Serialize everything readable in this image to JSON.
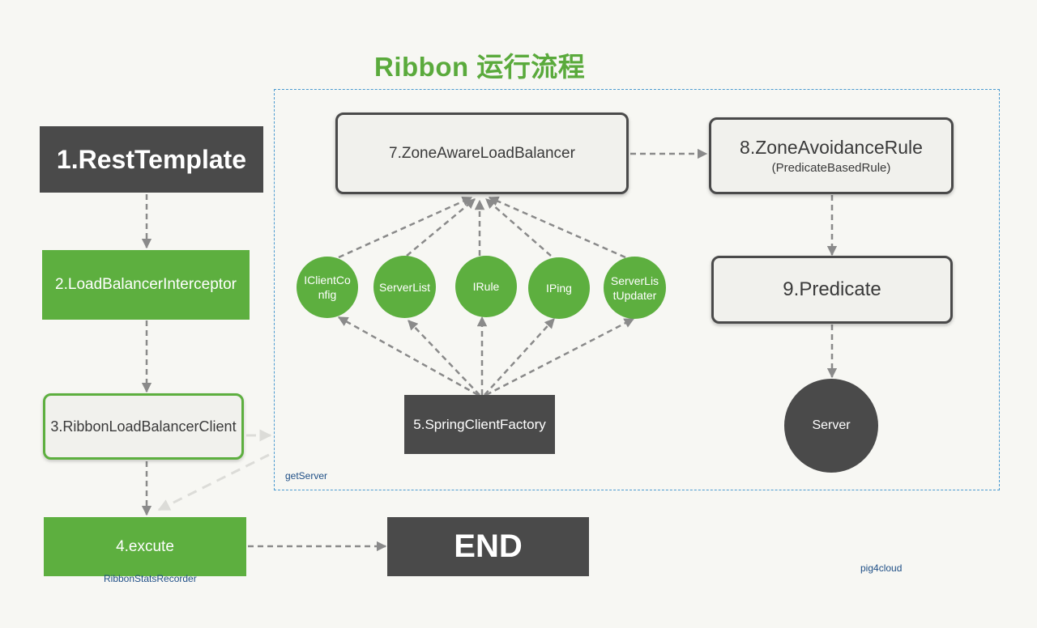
{
  "title": "Ribbon 运行流程",
  "region_label": "getServer",
  "nodes": {
    "rest_template": "1.RestTemplate",
    "lb_interceptor": "2.LoadBalancerInterceptor",
    "ribbon_lb_client": "3.RibbonLoadBalancerClient",
    "excute": "4.excute",
    "excute_sub": "RibbonStatsRecorder",
    "spring_client_factory": "5.SpringClientFactory",
    "zone_aware_lb": "7.ZoneAwareLoadBalancer",
    "zone_avoidance_rule": "8.ZoneAvoidanceRule",
    "zone_avoidance_rule_sub": "(PredicateBasedRule)",
    "predicate": "9.Predicate",
    "server": "Server",
    "end": "END"
  },
  "components": [
    {
      "line1": "IClientCo",
      "line2": "nfig"
    },
    {
      "line1": "ServerList",
      "line2": ""
    },
    {
      "line1": "IRule",
      "line2": ""
    },
    {
      "line1": "IPing",
      "line2": ""
    },
    {
      "line1": "ServerLis",
      "line2": "tUpdater"
    }
  ],
  "watermark": "pig4cloud",
  "colors": {
    "green": "#5daf3f",
    "dark": "#4a4a4a",
    "arrow": "#8a8a8a",
    "region_border": "#4a9ad0"
  }
}
